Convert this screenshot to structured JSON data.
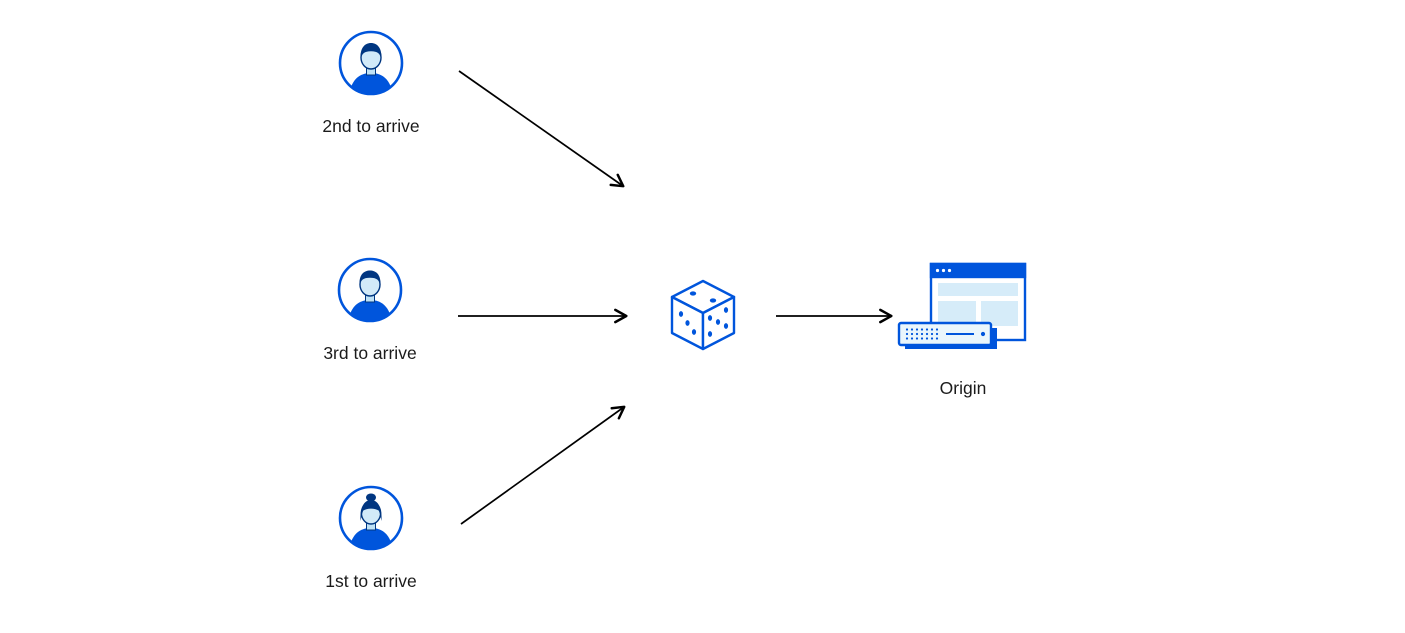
{
  "diagram": {
    "clients": [
      {
        "label": "2nd to arrive",
        "icon": "user-avatar-male-icon"
      },
      {
        "label": "3rd to arrive",
        "icon": "user-avatar-male-icon"
      },
      {
        "label": "1st to arrive",
        "icon": "user-avatar-female-icon"
      }
    ],
    "router": {
      "icon": "dice-icon"
    },
    "origin": {
      "label": "Origin",
      "icon": "origin-server-icon"
    },
    "colors": {
      "primary_blue": "#0055dc",
      "dark_blue": "#003681",
      "light_blue_fill": "#d6ecf9",
      "pale_blue_fill": "#eaf6fc",
      "arrow_black": "#000000",
      "label_text": "#1b1b1b",
      "background": "#ffffff"
    }
  }
}
